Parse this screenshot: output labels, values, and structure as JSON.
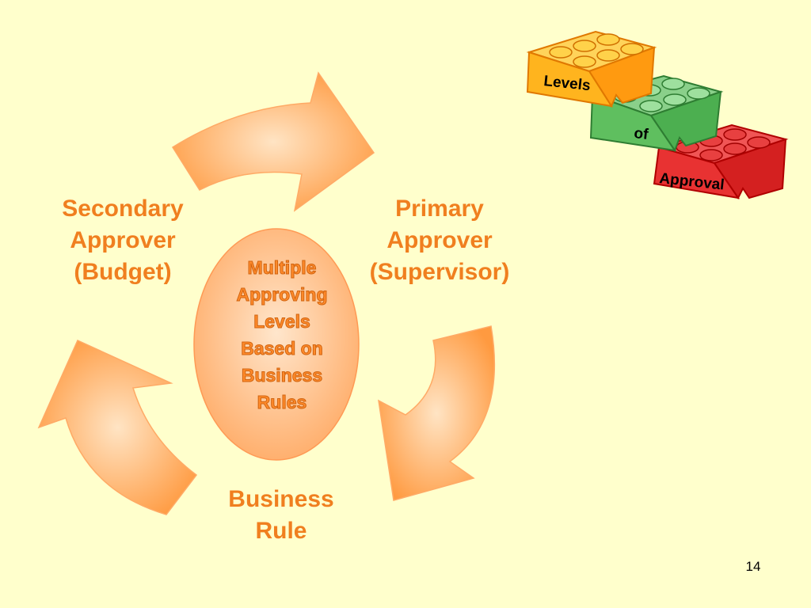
{
  "diagram": {
    "labels": {
      "secondary": [
        "Secondary",
        "Approver",
        "(Budget)"
      ],
      "primary": [
        "Primary",
        "Approver",
        "(Supervisor)"
      ],
      "business": [
        "Business",
        "Rule"
      ]
    },
    "center": [
      "Multiple",
      "Approving",
      "Levels",
      "Based on",
      "Business",
      "Rules"
    ]
  },
  "blocks": {
    "levels": "Levels",
    "of": "of",
    "approval": "Approval"
  },
  "page_number": "14",
  "colors": {
    "background": "#ffffcc",
    "accent": "#f07f1f",
    "block_levels": "#ffb41e",
    "block_of": "#5fbf5f",
    "block_approval": "#e83232"
  }
}
